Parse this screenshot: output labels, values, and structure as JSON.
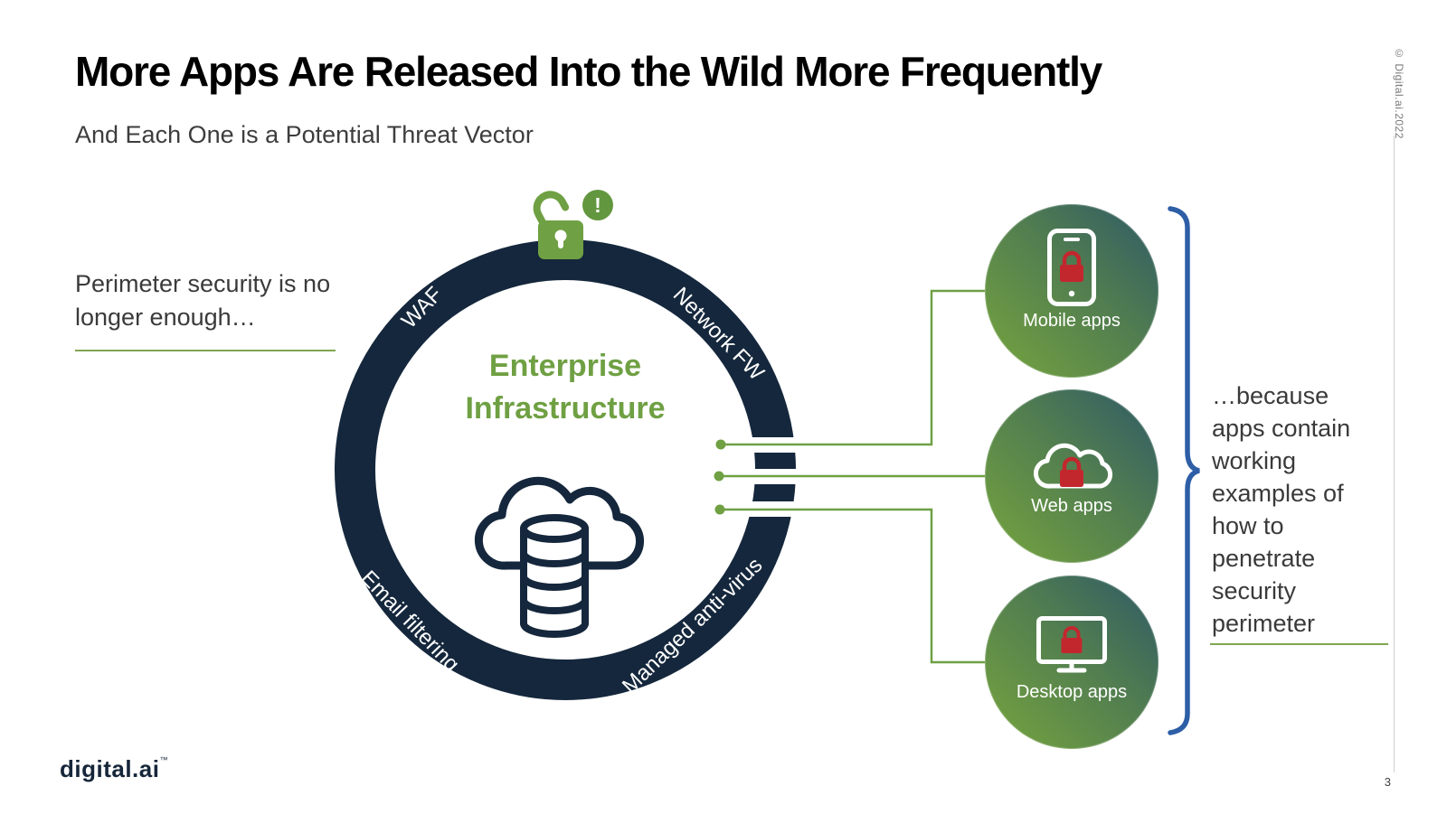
{
  "header": {
    "title": "More Apps Are Released Into the Wild More Frequently",
    "subtitle": "And Each One is a Potential Threat Vector"
  },
  "notes": {
    "left": "Perimeter security is no longer enough…",
    "right": "…because apps contain working examples of how to penetrate security perimeter"
  },
  "diagram": {
    "center_label": "Enterprise Infrastructure",
    "ring_labels": {
      "top_left": "WAF",
      "top_right": "Network FW",
      "bottom_left": "Email filtering",
      "bottom_right": "Managed anti-virus"
    },
    "alert_badge": "!",
    "icons": {
      "top_of_ring": "open-padlock-icon",
      "center": "cloud-database-icon",
      "mobile": "mobile-lock-icon",
      "web": "cloud-lock-icon",
      "desktop": "desktop-lock-icon"
    },
    "apps": [
      {
        "label": "Mobile apps"
      },
      {
        "label": "Web apps"
      },
      {
        "label": "Desktop apps"
      }
    ],
    "colors": {
      "ring_navy": "#15273c",
      "accent_green": "#6fa043",
      "brace_blue": "#2d5ea6",
      "lock_red": "#c3272e",
      "circle_teal": "#2e5966",
      "circle_green": "#76a53d"
    }
  },
  "footer": {
    "logo_text": "digital.ai",
    "logo_tm": "™",
    "page_number": "3"
  },
  "meta": {
    "copyright_vertical": "© Digital.ai.2022"
  }
}
